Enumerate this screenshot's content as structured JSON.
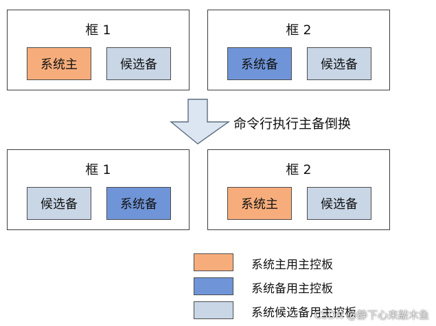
{
  "colors": {
    "primary": "#f7ad7b",
    "standby": "#6f95d8",
    "candidate": "#c8d6e6",
    "arrow_fill": "#dce6f2"
  },
  "top_row": {
    "frame1": {
      "title": "框 1",
      "board_left": "系统主",
      "board_right": "候选备"
    },
    "frame2": {
      "title": "框 2",
      "board_left": "系统备",
      "board_right": "候选备"
    }
  },
  "arrow": {
    "label": "命令行执行主备倒换"
  },
  "bottom_row": {
    "frame1": {
      "title": "框 1",
      "board_left": "候选备",
      "board_right": "系统备"
    },
    "frame2": {
      "title": "框 2",
      "board_left": "系统主",
      "board_right": "候选备"
    }
  },
  "legend": [
    {
      "label": "系统主用主控板",
      "color_key": "primary"
    },
    {
      "label": "系统备用主控板",
      "color_key": "standby"
    },
    {
      "label": "系统候选备用主控板",
      "color_key": "candidate"
    }
  ],
  "watermark": "CSDN @静下心来敲木鱼"
}
